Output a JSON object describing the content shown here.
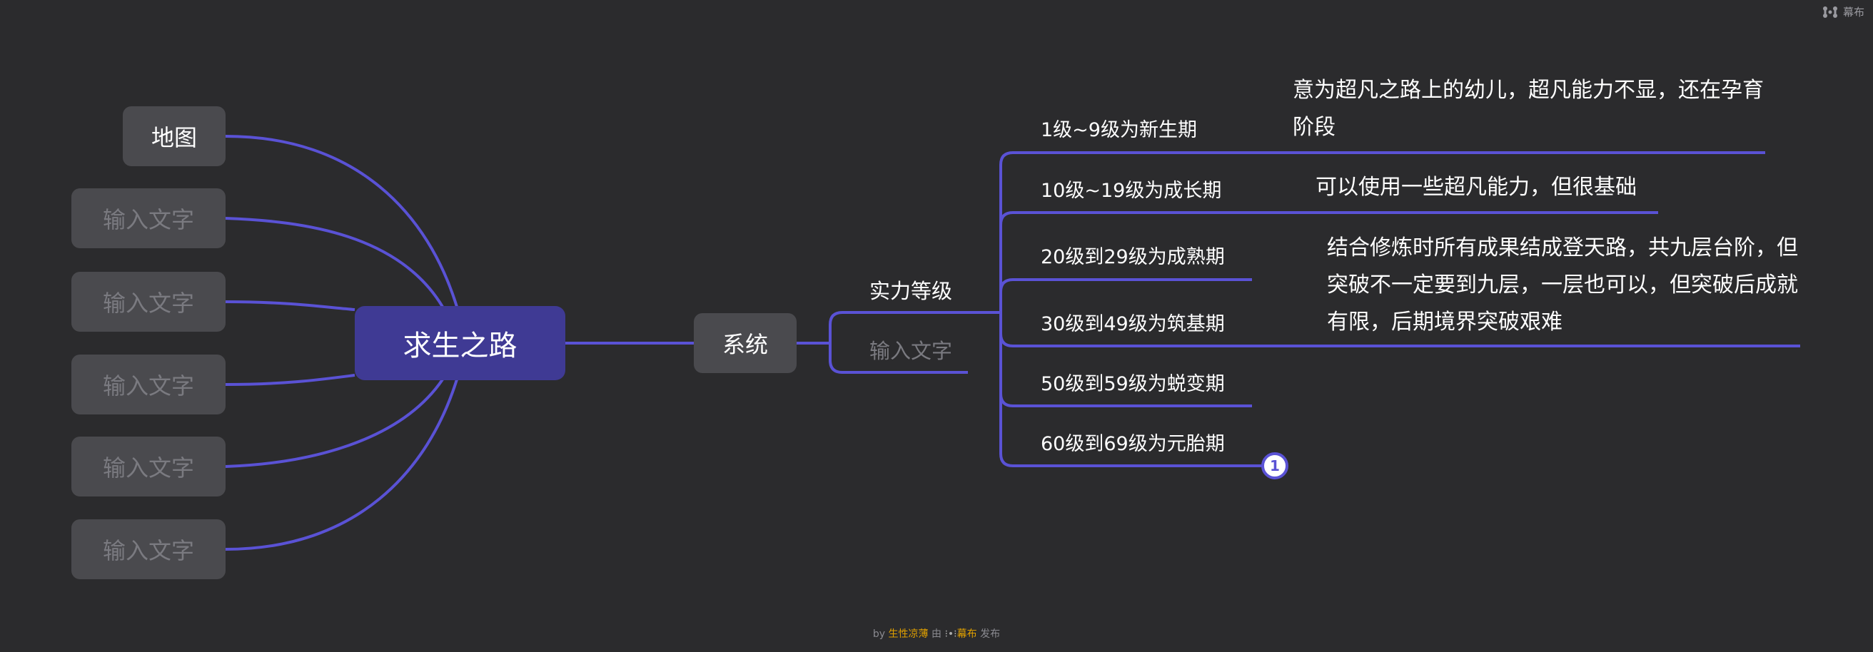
{
  "root": {
    "label": "求生之路"
  },
  "left_nodes": [
    {
      "label": "地图",
      "placeholder": false
    },
    {
      "label": "输入文字",
      "placeholder": true
    },
    {
      "label": "输入文字",
      "placeholder": true
    },
    {
      "label": "输入文字",
      "placeholder": true
    },
    {
      "label": "输入文字",
      "placeholder": true
    },
    {
      "label": "输入文字",
      "placeholder": true
    }
  ],
  "system": {
    "label": "系统",
    "children": [
      "实力等级",
      "输入文字"
    ]
  },
  "levels": [
    {
      "label": "1级~9级为新生期",
      "desc": "意为超凡之路上的幼儿，超凡能力不显，还在孕育阶段"
    },
    {
      "label": "10级~19级为成长期",
      "desc": "可以使用一些超凡能力，但很基础"
    },
    {
      "label": "20级到29级为成熟期",
      "desc": "结合修炼时所有成果结成登天路，共九层台阶，但突破不一定要到九层，一层也可以，但突破后成就有限，后期境界突破艰难"
    },
    {
      "label": "30级到49级为筑基期"
    },
    {
      "label": "50级到59级为蜕变期"
    },
    {
      "label": "60级到69级为元胎期"
    }
  ],
  "collapsed_badge": "1",
  "footer": {
    "by": "by",
    "author": "生性凉薄",
    "via": "由",
    "brand": "幕布",
    "publish": "发布"
  },
  "top_brand": "幕布",
  "colors": {
    "background": "#2b2b2d",
    "line": "#5a52d5",
    "root": "#3f3a94",
    "node": "#4a4a4e",
    "accent": "#e0a000"
  }
}
